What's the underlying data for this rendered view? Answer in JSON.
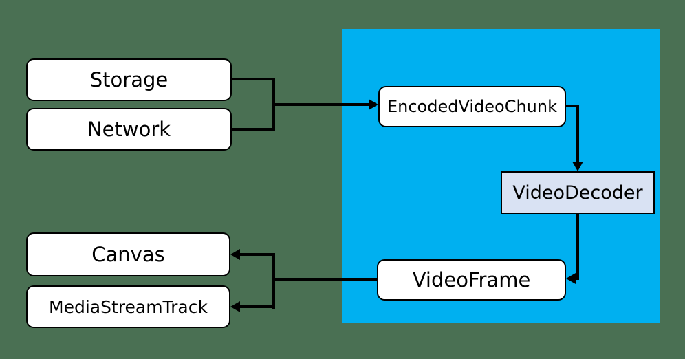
{
  "diagram": {
    "nodes": {
      "storage": {
        "label": "Storage"
      },
      "network": {
        "label": "Network"
      },
      "canvas": {
        "label": "Canvas"
      },
      "media_stream_track": {
        "label": "MediaStreamTrack"
      },
      "encoded_video_chunk": {
        "label": "EncodedVideoChunk"
      },
      "video_decoder": {
        "label": "VideoDecoder"
      },
      "video_frame": {
        "label": "VideoFrame"
      }
    },
    "colors": {
      "background": "#4a7053",
      "region_fill": "#00b0f0",
      "node_fill": "#ffffff",
      "decoder_fill": "#d9e2f3",
      "line": "#000000",
      "text": "#000000"
    }
  }
}
